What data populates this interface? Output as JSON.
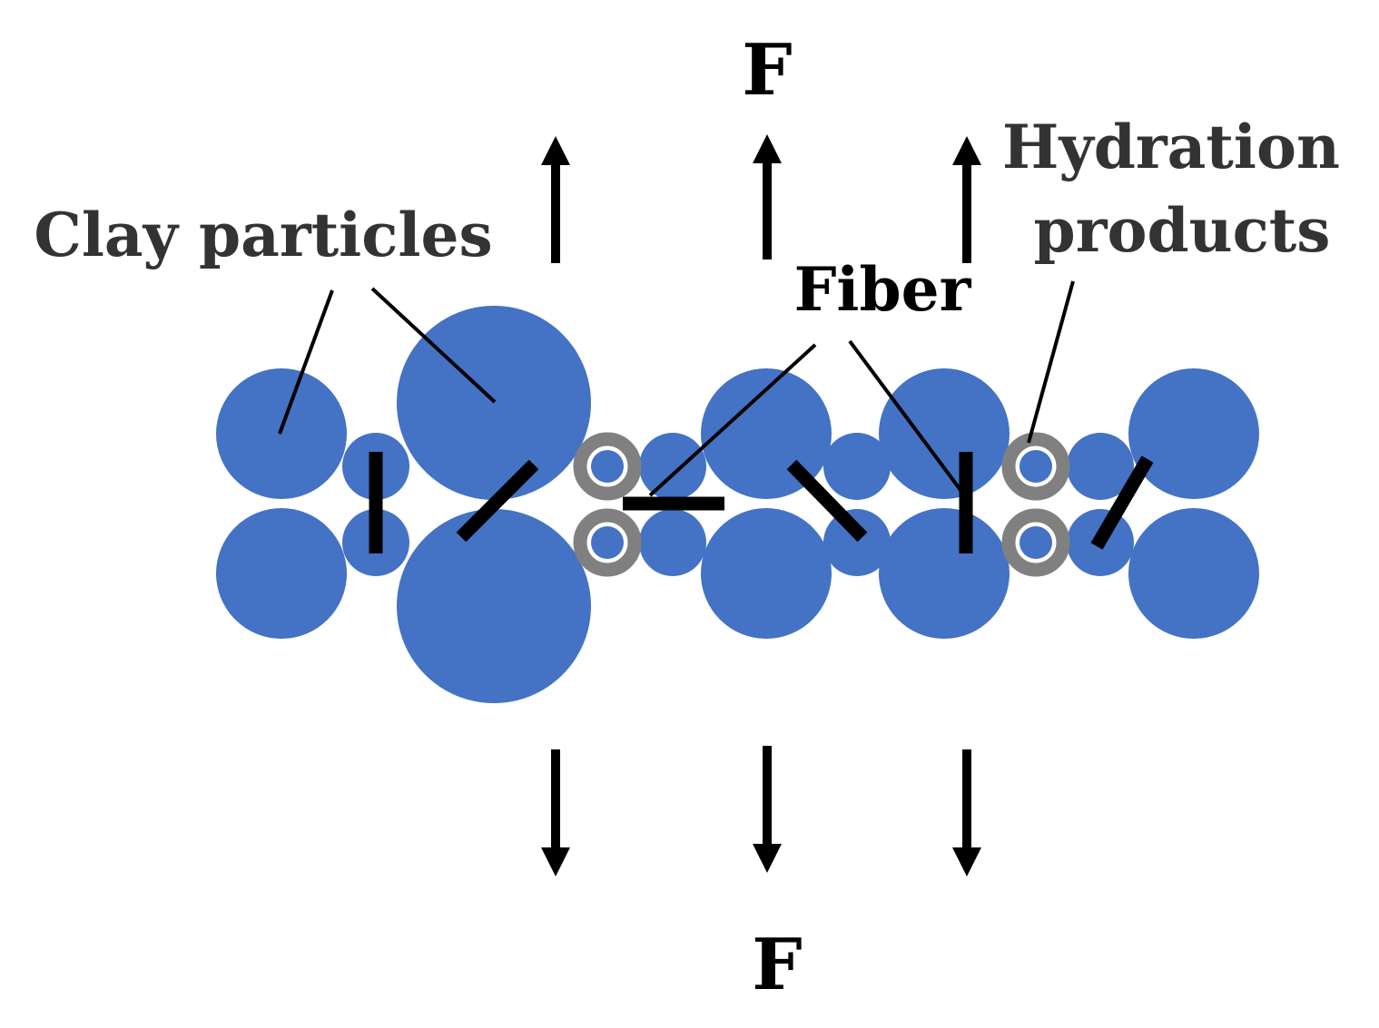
{
  "labels": {
    "force_top": "F",
    "force_bottom": "F",
    "clay": "Clay particles",
    "fiber": "Fiber",
    "hydration_line1": "Hydration",
    "hydration_line2": "products"
  },
  "colors": {
    "clay_particle": "#4472C4",
    "hydration_ring": "#808080",
    "fiber": "#000000",
    "arrow": "#000000",
    "label_dark": "#333333"
  }
}
